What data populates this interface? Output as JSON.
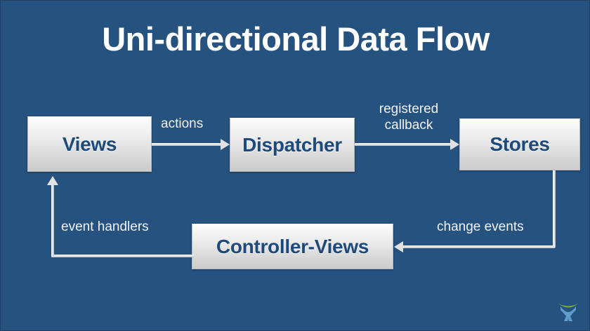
{
  "slide": {
    "title": "Uni-directional Data Flow",
    "background_color": "#25527f",
    "title_color": "#ffffff",
    "node_text_color": "#1e4a7b",
    "label_color": "#f2f2f2",
    "connector_color": "#e2e2e2"
  },
  "nodes": [
    {
      "id": "views",
      "label": "Views"
    },
    {
      "id": "dispatcher",
      "label": "Dispatcher"
    },
    {
      "id": "stores",
      "label": "Stores"
    },
    {
      "id": "controller-views",
      "label": "Controller-Views"
    }
  ],
  "edges": [
    {
      "id": "views-to-dispatcher",
      "label": "actions",
      "from": "views",
      "to": "dispatcher",
      "direction": "right"
    },
    {
      "id": "dispatcher-to-stores",
      "label": "registered callback",
      "from": "dispatcher",
      "to": "stores",
      "direction": "right"
    },
    {
      "id": "stores-to-controller-views",
      "label": "change events",
      "from": "stores",
      "to": "controller-views",
      "direction": "left"
    },
    {
      "id": "controller-views-to-views",
      "label": "event handlers",
      "from": "controller-views",
      "to": "views",
      "direction": "up"
    }
  ],
  "edge_labels": {
    "actions": "actions",
    "registered_callback_line1": "registered",
    "registered_callback_line2": "callback",
    "change_events": "change events",
    "event_handlers": "event handlers"
  },
  "logo": {
    "name": "brand-logo",
    "arc_color": "#7ab82e",
    "figure_color": "#5e9ccc"
  }
}
